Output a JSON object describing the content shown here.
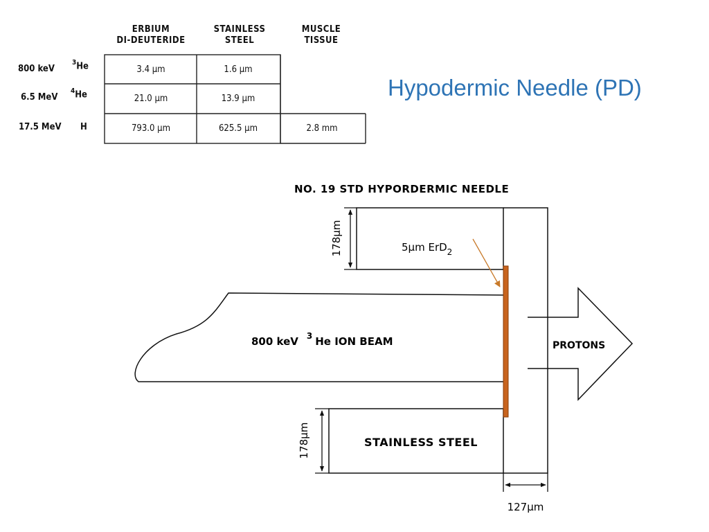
{
  "title": "Hypodermic Needle (PD)",
  "table": {
    "columns": [
      {
        "line1": "ERBIUM",
        "line2": "DI-DEUTERIDE"
      },
      {
        "line1": "STAINLESS",
        "line2": "STEEL"
      },
      {
        "line1": "MUSCLE",
        "line2": "TISSUE"
      }
    ],
    "rows": [
      {
        "energy": "800 keV",
        "mass": "3",
        "particle": "He",
        "cells": [
          "3.4 μm",
          "1.6 μm"
        ]
      },
      {
        "energy": "6.5 MeV",
        "mass": "4",
        "particle": "He",
        "cells": [
          "21.0 μm",
          "13.9 μm"
        ]
      },
      {
        "energy": "17.5 MeV",
        "mass": "",
        "particle": "H",
        "cells": [
          "793.0 μm",
          "625.5 μm",
          "2.8 mm"
        ]
      }
    ]
  },
  "diagram": {
    "caption": "NO. 19 STD HYPORDERMIC NEEDLE",
    "erd_label": "5μm ErD",
    "erd_subscript": "2",
    "beam_energy": "800 keV",
    "beam_mass": "3",
    "beam_label": "He ION BEAM",
    "protons_label": "PROTONS",
    "steel_label": "STAINLESS STEEL",
    "dim_top": "178μm",
    "dim_bottom": "178μm",
    "dim_width": "127μm",
    "colors": {
      "erd_layer": "#c8641e",
      "erd_border": "#8a3e0a",
      "arrow": "#c87a2a",
      "title": "#2e74b5"
    }
  }
}
